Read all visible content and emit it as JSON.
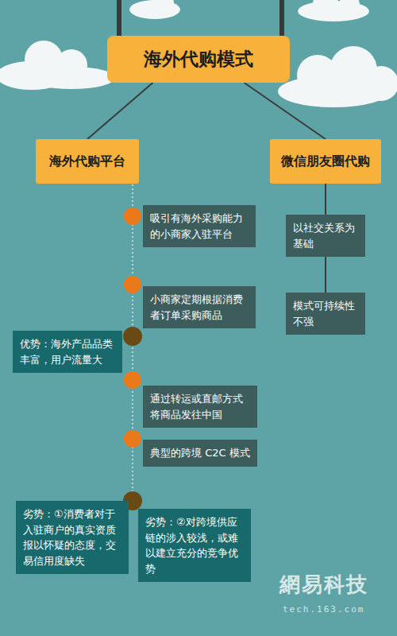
{
  "diagram": {
    "nodes": [
      {
        "text": [
          "海外代购模式"
        ]
      },
      {
        "text": [
          "海外代购平台"
        ]
      },
      {
        "text": [
          "微信朋友圈代购"
        ]
      },
      {
        "text": [
          "吸引有海外采购能力的小商家入驻平台"
        ]
      },
      {
        "text": [
          "小商家定期根据消费者订单采购商品"
        ]
      },
      {
        "text": [
          "优势：海外产品品类丰富，用户流量大"
        ]
      },
      {
        "text": [
          "通过转运或直邮方式将商品发往中国"
        ]
      },
      {
        "text": [
          "典型的跨境 C2C 模式"
        ]
      },
      {
        "text": [
          "劣势：①消费者对于入驻商户的真实资质报以怀疑的态度，交易信用度缺失"
        ]
      },
      {
        "text": [
          "劣势：②对跨境供应链的涉入较浅，或难以建立充分的竞争优势"
        ]
      },
      {
        "text": [
          "以社交关系为基础"
        ]
      },
      {
        "text": [
          "模式可持续性不强"
        ]
      }
    ],
    "edges": [
      {
        "from": 0,
        "to": 1,
        "arrow": "none"
      },
      {
        "from": 0,
        "to": 2,
        "arrow": "none"
      },
      {
        "from": 2,
        "to": 10,
        "arrow": "none"
      },
      {
        "from": 10,
        "to": 11,
        "arrow": "none"
      }
    ],
    "labels": [
      "網易科技",
      "tech.163.com"
    ]
  }
}
